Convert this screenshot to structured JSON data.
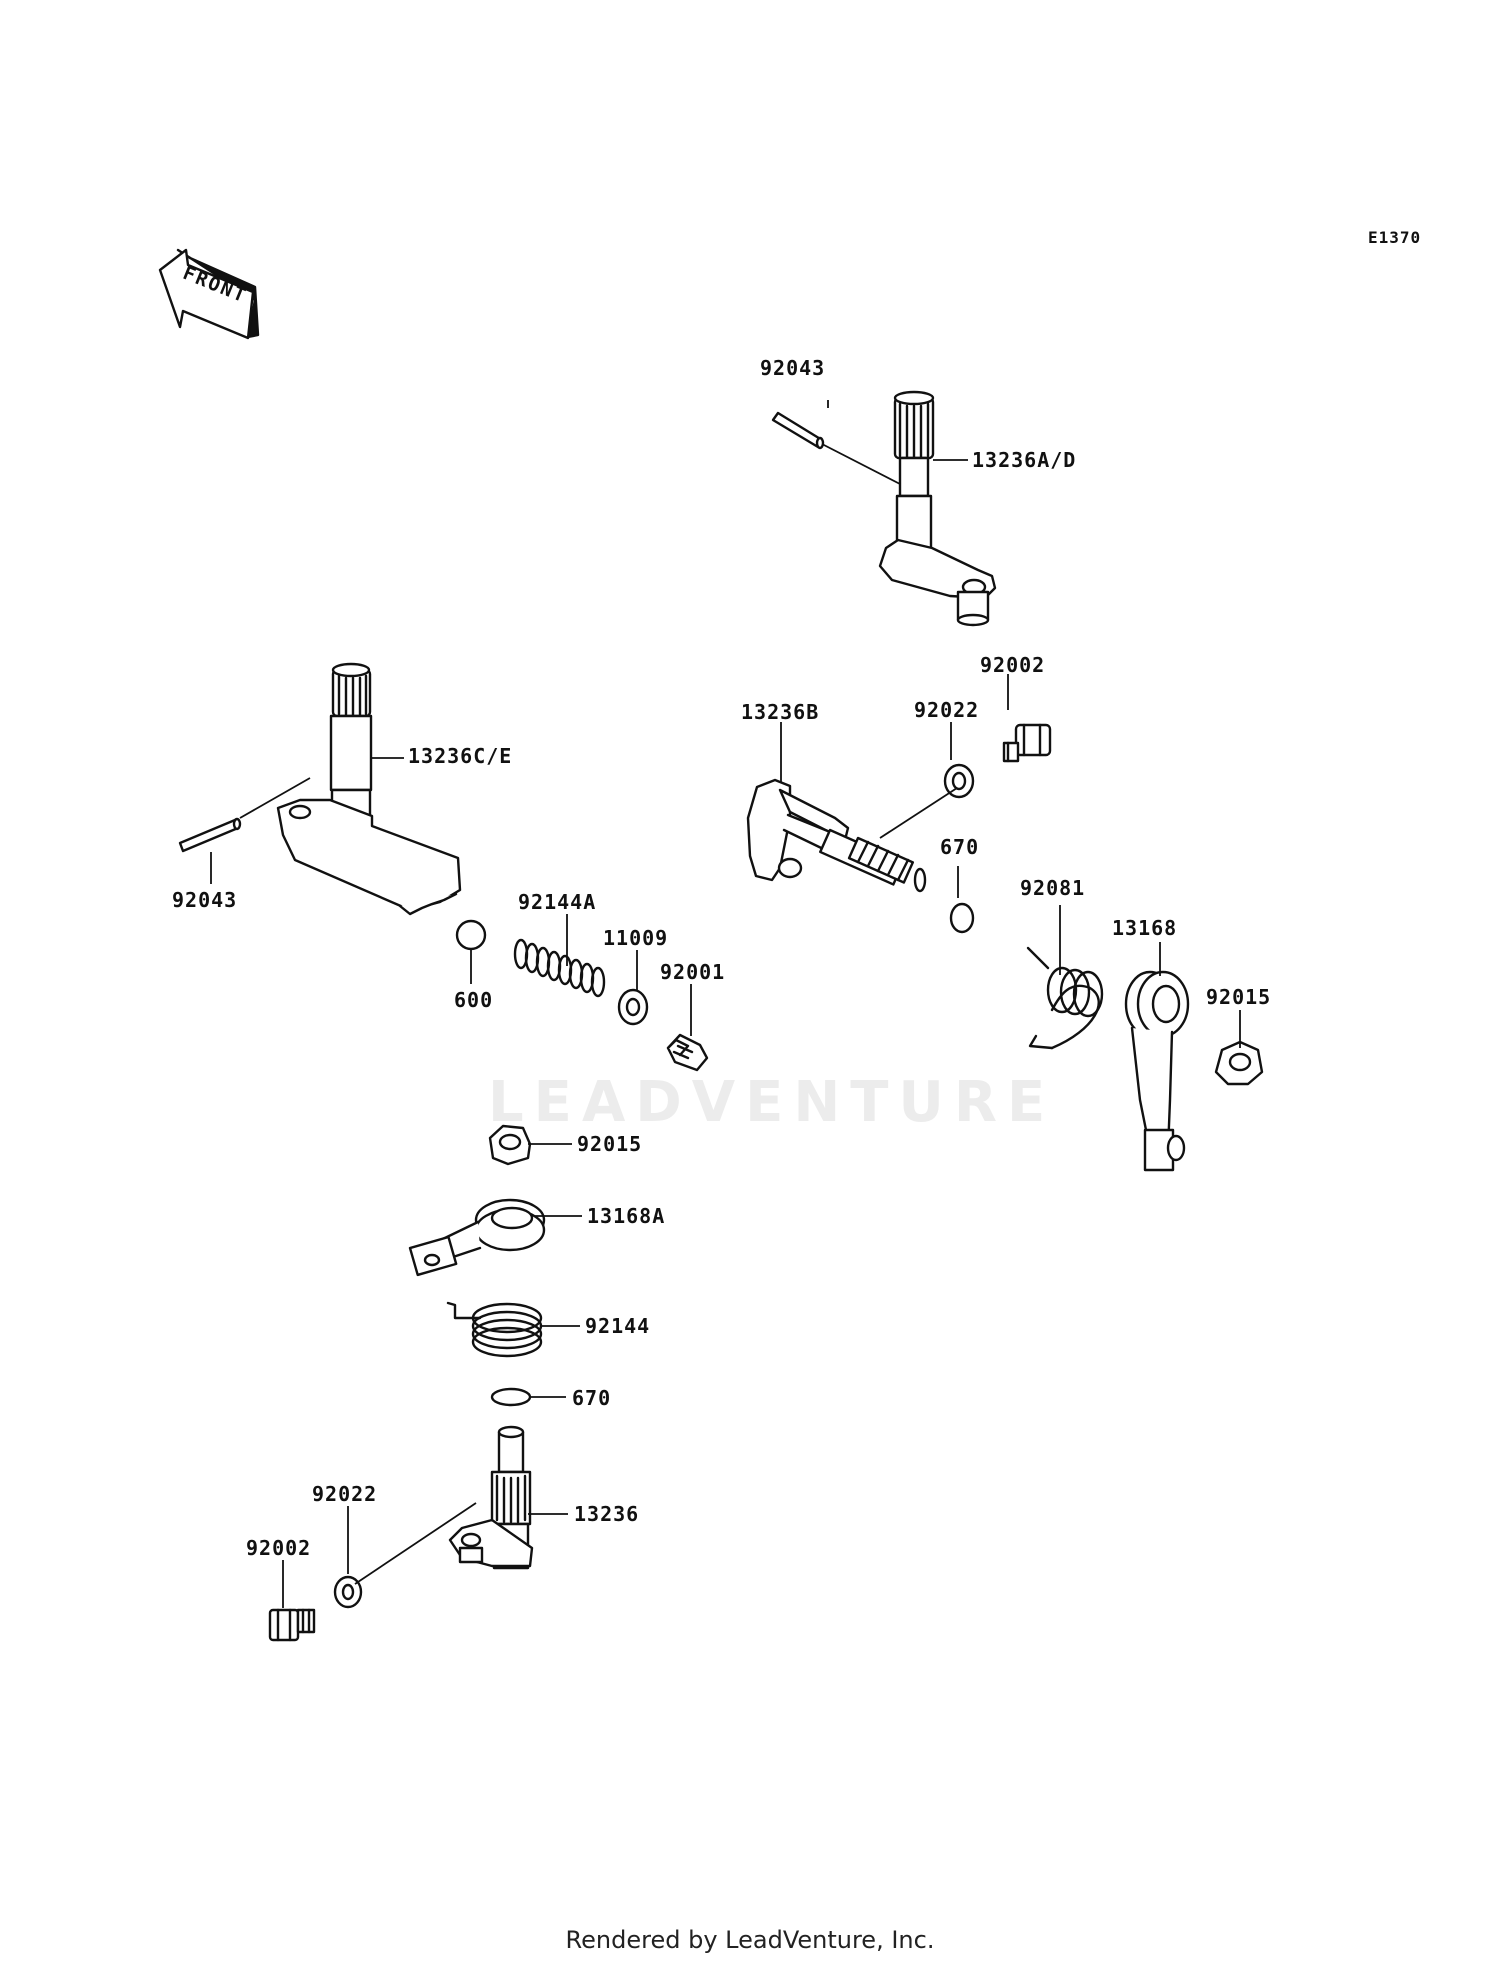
{
  "diagram_code": "E1370",
  "front_marker": "FRONT",
  "watermark": "LEADVENTURE",
  "footer": "Rendered by LeadVenture, Inc.",
  "labels": {
    "l_92043_top": "92043",
    "l_13236AD": "13236A/D",
    "l_92002_top": "92002",
    "l_92022_top": "92022",
    "l_13236B": "13236B",
    "l_670_top": "670",
    "l_92081": "92081",
    "l_13168": "13168",
    "l_92015_right": "92015",
    "l_13236CE": "13236C/E",
    "l_92043_left": "92043",
    "l_92144A": "92144A",
    "l_11009": "11009",
    "l_92001": "92001",
    "l_600": "600",
    "l_92015_mid": "92015",
    "l_13168A": "13168A",
    "l_92144": "92144",
    "l_670_bottom": "670",
    "l_13236": "13236",
    "l_92022_bottom": "92022",
    "l_92002_bottom": "92002"
  }
}
